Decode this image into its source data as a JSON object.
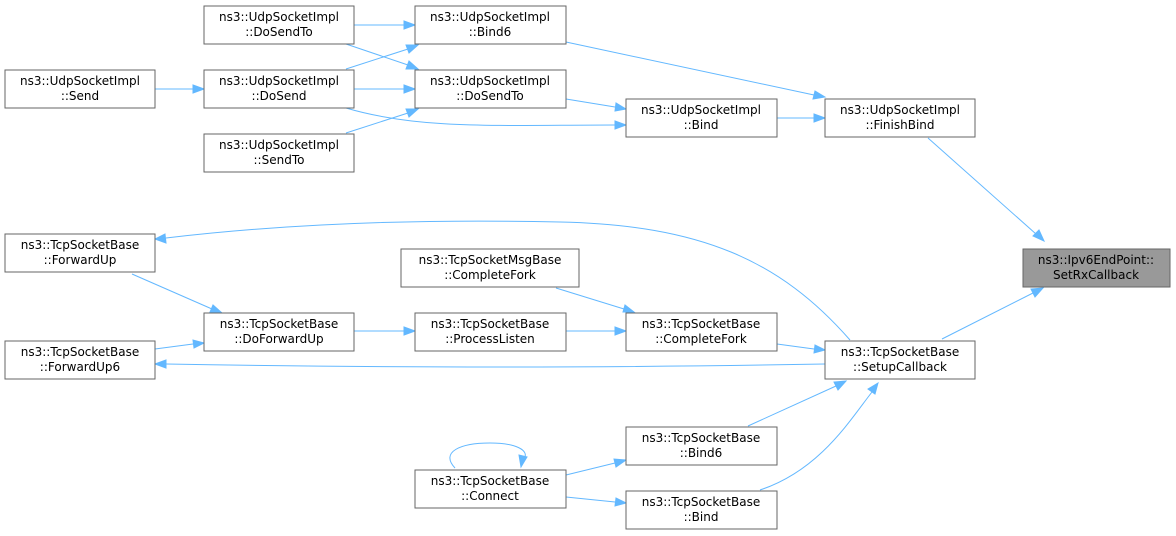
{
  "diagram": {
    "colors": {
      "edge": "#63b8ff",
      "node_border": "#666666",
      "node_fill": "#ffffff",
      "root_fill": "#999999"
    },
    "nodes": {
      "udp_dosendto_l": [
        "ns3::UdpSocketImpl",
        "::DoSendTo"
      ],
      "udp_bind6": [
        "ns3::UdpSocketImpl",
        "::Bind6"
      ],
      "udp_send": [
        "ns3::UdpSocketImpl",
        "::Send"
      ],
      "udp_dosend": [
        "ns3::UdpSocketImpl",
        "::DoSend"
      ],
      "udp_dosendto_r": [
        "ns3::UdpSocketImpl",
        "::DoSendTo"
      ],
      "udp_bind": [
        "ns3::UdpSocketImpl",
        "::Bind"
      ],
      "udp_finishbind": [
        "ns3::UdpSocketImpl",
        "::FinishBind"
      ],
      "udp_sendto": [
        "ns3::UdpSocketImpl",
        "::SendTo"
      ],
      "root": [
        "ns3::Ipv6EndPoint::",
        "SetRxCallback"
      ],
      "tcp_forwardup": [
        "ns3::TcpSocketBase",
        "::ForwardUp"
      ],
      "tcpmsg_completefork": [
        "ns3::TcpSocketMsgBase",
        "::CompleteFork"
      ],
      "tcp_doforwardup": [
        "ns3::TcpSocketBase",
        "::DoForwardUp"
      ],
      "tcp_processlisten": [
        "ns3::TcpSocketBase",
        "::ProcessListen"
      ],
      "tcp_completefork": [
        "ns3::TcpSocketBase",
        "::CompleteFork"
      ],
      "tcp_forwardup6": [
        "ns3::TcpSocketBase",
        "::ForwardUp6"
      ],
      "tcp_setupcallback": [
        "ns3::TcpSocketBase",
        "::SetupCallback"
      ],
      "tcp_bind6": [
        "ns3::TcpSocketBase",
        "::Bind6"
      ],
      "tcp_connect": [
        "ns3::TcpSocketBase",
        "::Connect"
      ],
      "tcp_bind": [
        "ns3::TcpSocketBase",
        "::Bind"
      ]
    }
  }
}
